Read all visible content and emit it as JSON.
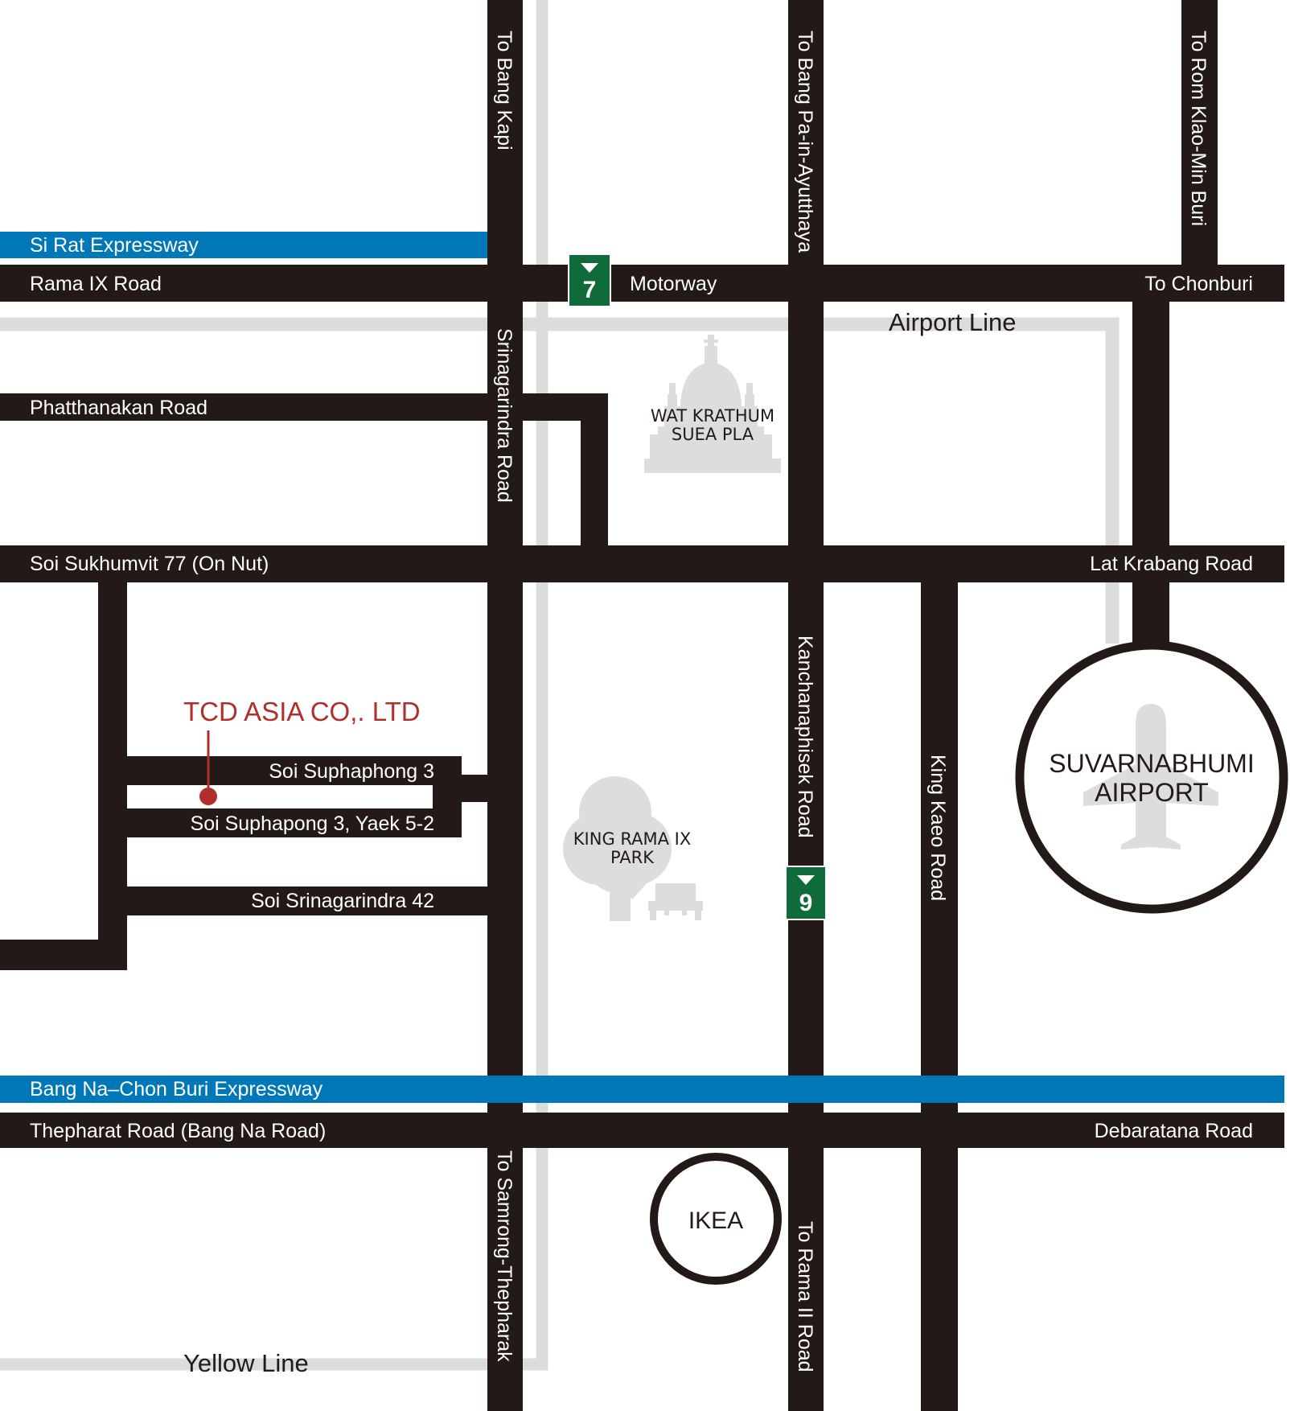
{
  "colors": {
    "road": "#231a18",
    "expressway": "#0078b7",
    "rail": "#dcdcdc",
    "landmark": "#dddddd",
    "exit_sign": "#0f6b3a",
    "company": "#b22e2a",
    "background": "#ffffff"
  },
  "expressways": {
    "si_rat": "Si Rat Expressway",
    "bang_na": "Bang Na–Chon Buri Expressway"
  },
  "roads": {
    "rama9": "Rama IX Road",
    "motorway": "Motorway",
    "to_chonburi": "To Chonburi",
    "phatthanakan": "Phatthanakan Road",
    "sukhumvit77": "Soi Sukhumvit 77 (On Nut)",
    "lat_krabang": "Lat Krabang Road",
    "suphaphong3": "Soi Suphaphong 3",
    "yaek": "Soi Suphapong 3, Yaek 5-2",
    "srinagarindra42": "Soi Srinagarindra 42",
    "thepharat": "Thepharat Road (Bang Na Road)",
    "debaratana": "Debaratana Road",
    "to_bang_kapi": "To Bang Kapi",
    "srinagarindra": "Srinagarindra Road",
    "to_samrong": "To Samrong-Thepharak",
    "to_bang_pa_in": "To Bang Pa-in-Ayutthaya",
    "kanchanaphisek": "Kanchanaphisek Road",
    "to_rama2": "To Rama II Road",
    "to_rom_klao": "To Rom Klao-Min Buri",
    "king_kaeo": "King Kaeo Road"
  },
  "rail": {
    "airport_line": "Airport Line",
    "yellow_line": "Yellow Line"
  },
  "exits": {
    "exit7": "7",
    "exit9": "9"
  },
  "landmarks": {
    "temple_line1": "WAT KRATHUM",
    "temple_line2": "SUEA PLA",
    "park_line1": "KING RAMA IX",
    "park_line2": "PARK",
    "airport_line1": "SUVARNABHUMI",
    "airport_line2": "AIRPORT",
    "ikea": "IKEA"
  },
  "company": {
    "name": "TCD ASIA CO,. LTD"
  },
  "icons": [
    "temple-icon",
    "tree-icon",
    "bench-icon",
    "airplane-icon",
    "exit-arrow-icon",
    "location-pin-icon"
  ]
}
